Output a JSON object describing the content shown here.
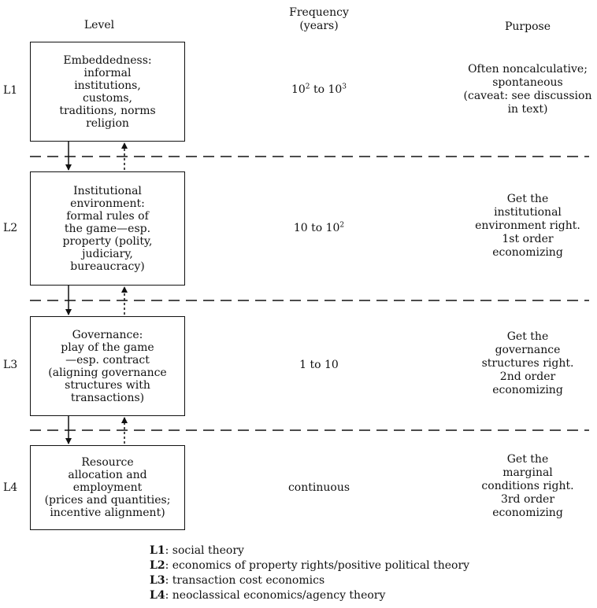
{
  "headers": {
    "level": "Level",
    "frequency_line1": "Frequency",
    "frequency_line2": "(years)",
    "purpose": "Purpose"
  },
  "levels": [
    {
      "id": "L1",
      "box": [
        "Embeddedness:",
        "informal",
        "institutions,",
        "customs,",
        "traditions, norms",
        "religion"
      ],
      "frequency": {
        "base": "10",
        "exp_a": "2",
        "mid": " to 10",
        "exp_b": "3"
      },
      "purpose": [
        "Often noncalculative;",
        "spontaneous",
        "(caveat: see discussion",
        "in text)"
      ]
    },
    {
      "id": "L2",
      "box": [
        "Institutional",
        "environment:",
        "formal rules of",
        "the game—esp.",
        "property (polity,",
        "judiciary,",
        "bureaucracy)"
      ],
      "frequency": {
        "base": "10 to 10",
        "exp_a": "2"
      },
      "purpose": [
        "Get the",
        "institutional",
        "environment right.",
        "1st order",
        "economizing"
      ]
    },
    {
      "id": "L3",
      "box": [
        "Governance:",
        "play of the game",
        "—esp. contract",
        "(aligning governance",
        "structures with",
        "transactions)"
      ],
      "frequency": {
        "text": "1 to 10"
      },
      "purpose": [
        "Get the",
        "governance",
        "structures right.",
        "2nd order",
        "economizing"
      ]
    },
    {
      "id": "L4",
      "box": [
        "Resource",
        "allocation and",
        "employment",
        "(prices and quantities;",
        "incentive alignment)"
      ],
      "frequency": {
        "text": "continuous"
      },
      "purpose": [
        "Get the",
        "marginal",
        "conditions right.",
        "3rd order",
        "economizing"
      ]
    }
  ],
  "legend": [
    {
      "key": "L1",
      "text": ": social theory"
    },
    {
      "key": "L2",
      "text": ": economics of property rights/positive political theory"
    },
    {
      "key": "L3",
      "text": ": transaction cost economics"
    },
    {
      "key": "L4",
      "text": ": neoclassical economics/agency theory"
    }
  ]
}
